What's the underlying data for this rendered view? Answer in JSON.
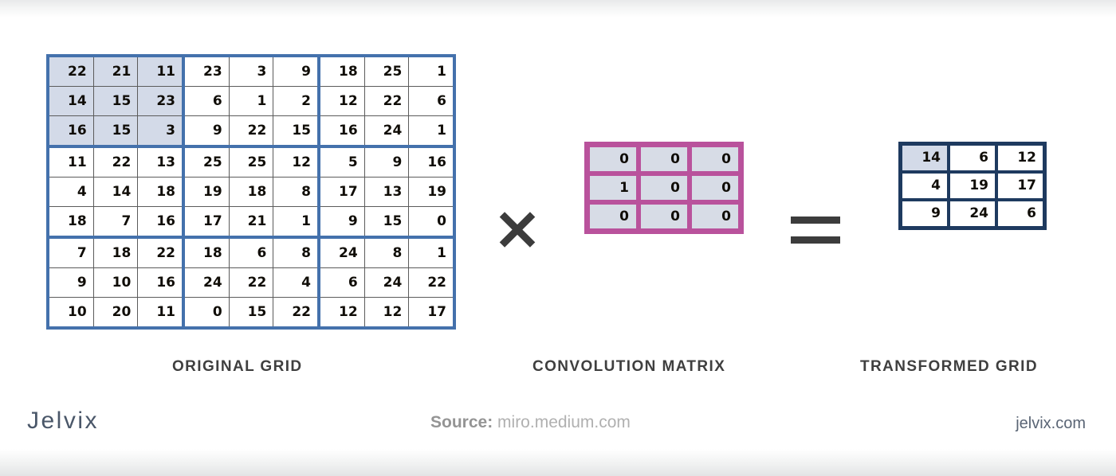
{
  "figure": {
    "original": {
      "caption": "ORIGINAL GRID",
      "rows": 9,
      "cols": 9,
      "values": [
        [
          22,
          21,
          11,
          23,
          3,
          9,
          18,
          25,
          1
        ],
        [
          14,
          15,
          23,
          6,
          1,
          2,
          12,
          22,
          6
        ],
        [
          16,
          15,
          3,
          9,
          22,
          15,
          16,
          24,
          1
        ],
        [
          11,
          22,
          13,
          25,
          25,
          12,
          5,
          9,
          16
        ],
        [
          4,
          14,
          18,
          19,
          18,
          8,
          17,
          13,
          19
        ],
        [
          18,
          7,
          16,
          17,
          21,
          1,
          9,
          15,
          0
        ],
        [
          7,
          18,
          22,
          18,
          6,
          8,
          24,
          8,
          1
        ],
        [
          9,
          10,
          16,
          24,
          22,
          4,
          6,
          24,
          22
        ],
        [
          10,
          20,
          11,
          0,
          15,
          22,
          12,
          12,
          17
        ]
      ],
      "highlight": {
        "row_start": 0,
        "row_end": 2,
        "col_start": 0,
        "col_end": 2
      },
      "border_color": "#4471ac",
      "highlight_color": "#d3dae8"
    },
    "operator_multiply": "×",
    "operator_equals": "=",
    "convolution": {
      "caption": "CONVOLUTION MATRIX",
      "rows": 3,
      "cols": 3,
      "values": [
        [
          0,
          0,
          0
        ],
        [
          1,
          0,
          0
        ],
        [
          0,
          0,
          0
        ]
      ],
      "border_color": "#b9529c",
      "cell_color": "#d7dce6"
    },
    "transformed": {
      "caption": "TRANSFORMED GRID",
      "rows": 3,
      "cols": 3,
      "values": [
        [
          14,
          6,
          12
        ],
        [
          4,
          19,
          17
        ],
        [
          9,
          24,
          6
        ]
      ],
      "highlight": {
        "row": 0,
        "col": 0
      },
      "border_color": "#1e3a5f",
      "highlight_color": "#d3dae8"
    }
  },
  "footer": {
    "logo": "Jelvix",
    "source_label": "Source:",
    "source_value": "miro.medium.com",
    "site": "jelvix.com"
  }
}
